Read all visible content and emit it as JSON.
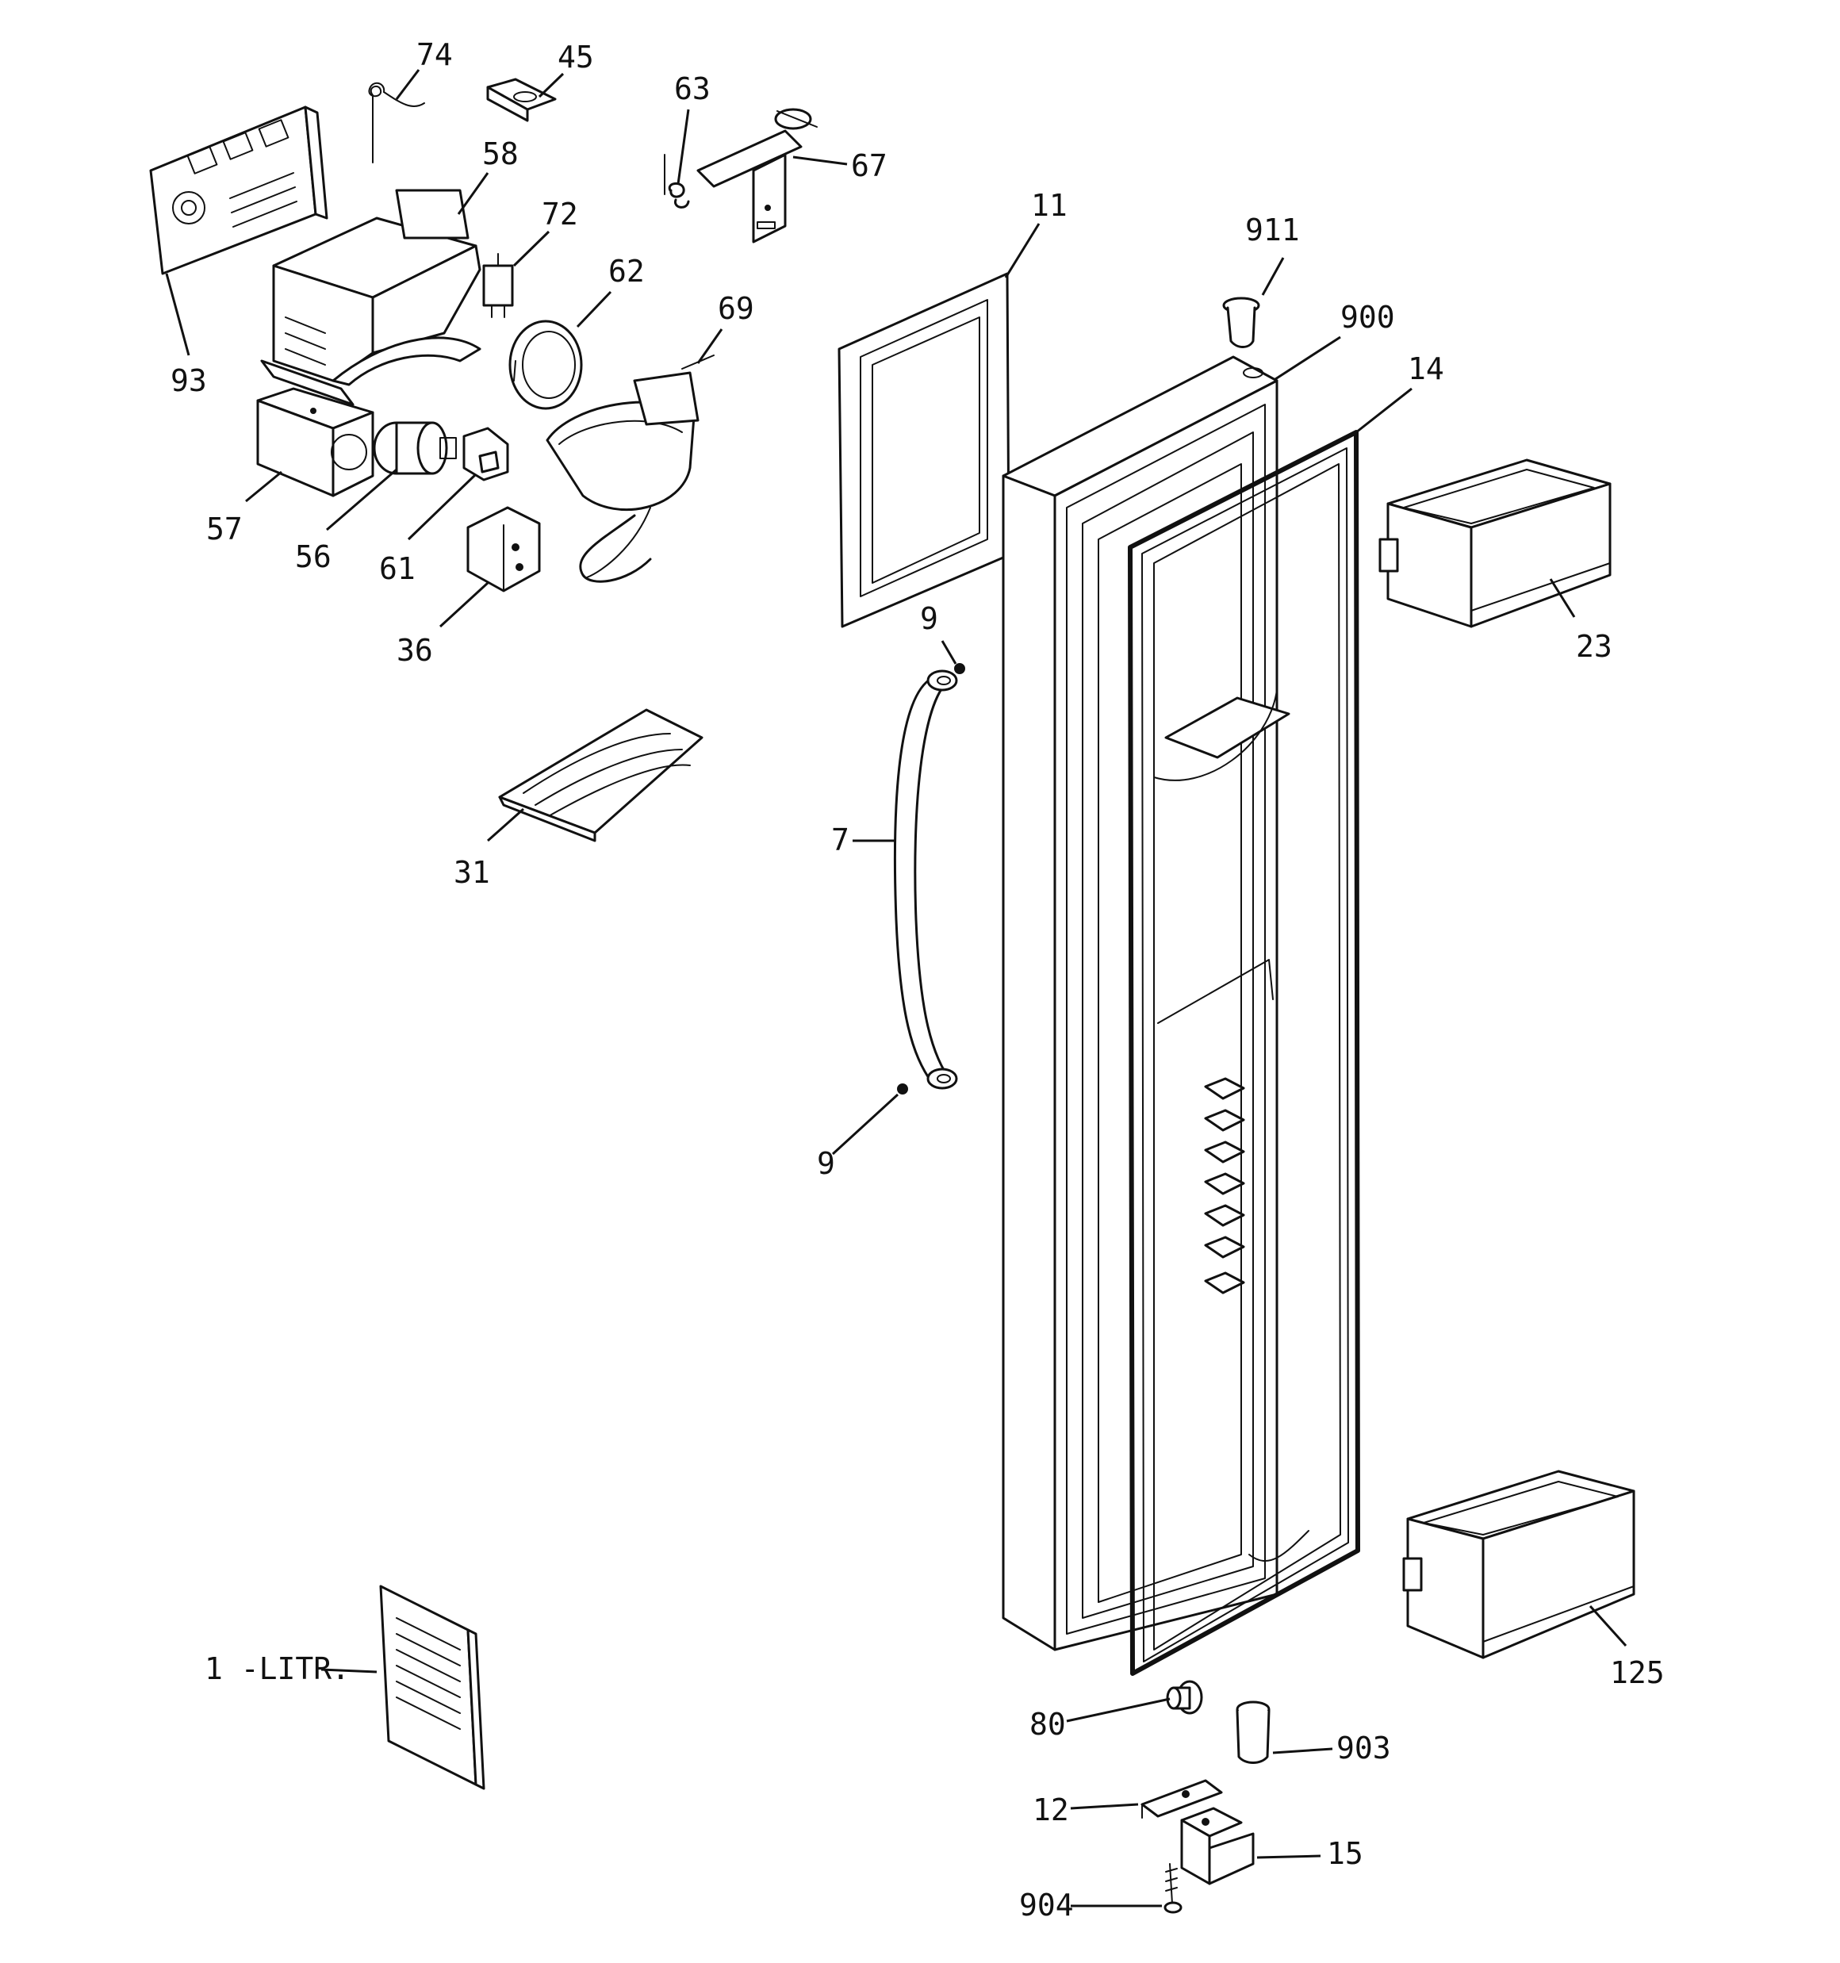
{
  "diagram": {
    "colors": {
      "line": "#111111",
      "background": "#ffffff"
    },
    "callouts": [
      {
        "id": "74",
        "label": "74"
      },
      {
        "id": "45",
        "label": "45"
      },
      {
        "id": "63",
        "label": "63"
      },
      {
        "id": "67",
        "label": "67"
      },
      {
        "id": "58",
        "label": "58"
      },
      {
        "id": "72",
        "label": "72"
      },
      {
        "id": "11",
        "label": "11"
      },
      {
        "id": "911",
        "label": "911"
      },
      {
        "id": "62",
        "label": "62"
      },
      {
        "id": "69",
        "label": "69"
      },
      {
        "id": "900",
        "label": "900"
      },
      {
        "id": "14",
        "label": "14"
      },
      {
        "id": "93",
        "label": "93"
      },
      {
        "id": "57",
        "label": "57"
      },
      {
        "id": "56",
        "label": "56"
      },
      {
        "id": "61",
        "label": "61"
      },
      {
        "id": "36",
        "label": "36"
      },
      {
        "id": "9a",
        "label": "9"
      },
      {
        "id": "23",
        "label": "23"
      },
      {
        "id": "31",
        "label": "31"
      },
      {
        "id": "7",
        "label": "7"
      },
      {
        "id": "9b",
        "label": "9"
      },
      {
        "id": "1-litr",
        "label": "1 -LITR."
      },
      {
        "id": "125",
        "label": "125"
      },
      {
        "id": "80",
        "label": "80"
      },
      {
        "id": "903",
        "label": "903"
      },
      {
        "id": "12",
        "label": "12"
      },
      {
        "id": "15",
        "label": "15"
      },
      {
        "id": "904",
        "label": "904"
      }
    ]
  }
}
